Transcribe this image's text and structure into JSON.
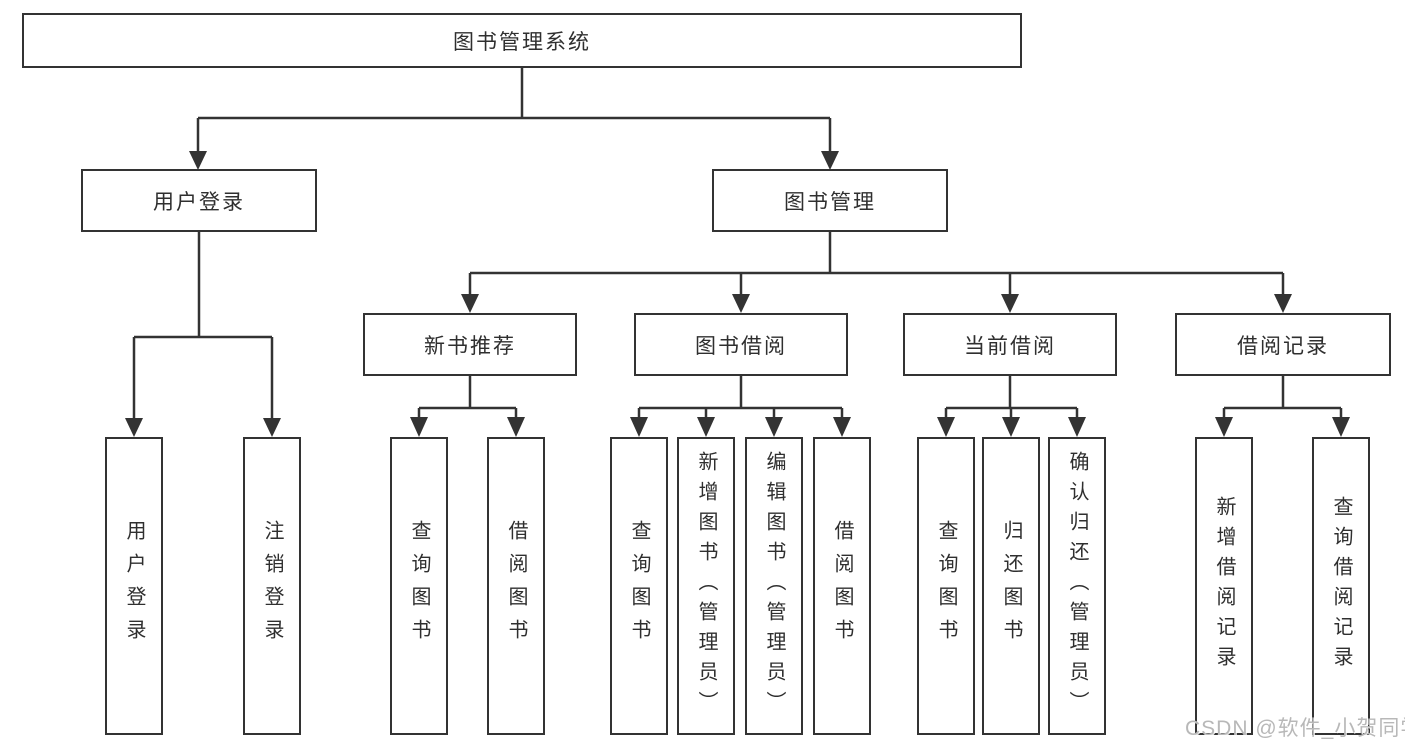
{
  "tree": {
    "root": {
      "label": "图书管理系统",
      "children": [
        {
          "label": "用户登录",
          "children": [
            {
              "label": "用户登录"
            },
            {
              "label": "注销登录"
            }
          ]
        },
        {
          "label": "图书管理",
          "children": [
            {
              "label": "新书推荐",
              "children": [
                {
                  "label": "查询图书"
                },
                {
                  "label": "借阅图书"
                }
              ]
            },
            {
              "label": "图书借阅",
              "children": [
                {
                  "label": "查询图书"
                },
                {
                  "label": "新增图书（管理员）"
                },
                {
                  "label": "编辑图书（管理员）"
                },
                {
                  "label": "借阅图书"
                }
              ]
            },
            {
              "label": "当前借阅",
              "children": [
                {
                  "label": "查询图书"
                },
                {
                  "label": "归还图书"
                },
                {
                  "label": "确认归还（管理员）"
                }
              ]
            },
            {
              "label": "借阅记录",
              "children": [
                {
                  "label": "新增借阅记录"
                },
                {
                  "label": "查询借阅记录"
                }
              ]
            }
          ]
        }
      ]
    }
  },
  "watermark": {
    "text": "CSDN @软件_小贺同学"
  },
  "colors": {
    "line": "#333333",
    "box_border": "#333333",
    "text": "#2f2f2f",
    "watermark": "#b8b8b8",
    "background": "#ffffff"
  }
}
